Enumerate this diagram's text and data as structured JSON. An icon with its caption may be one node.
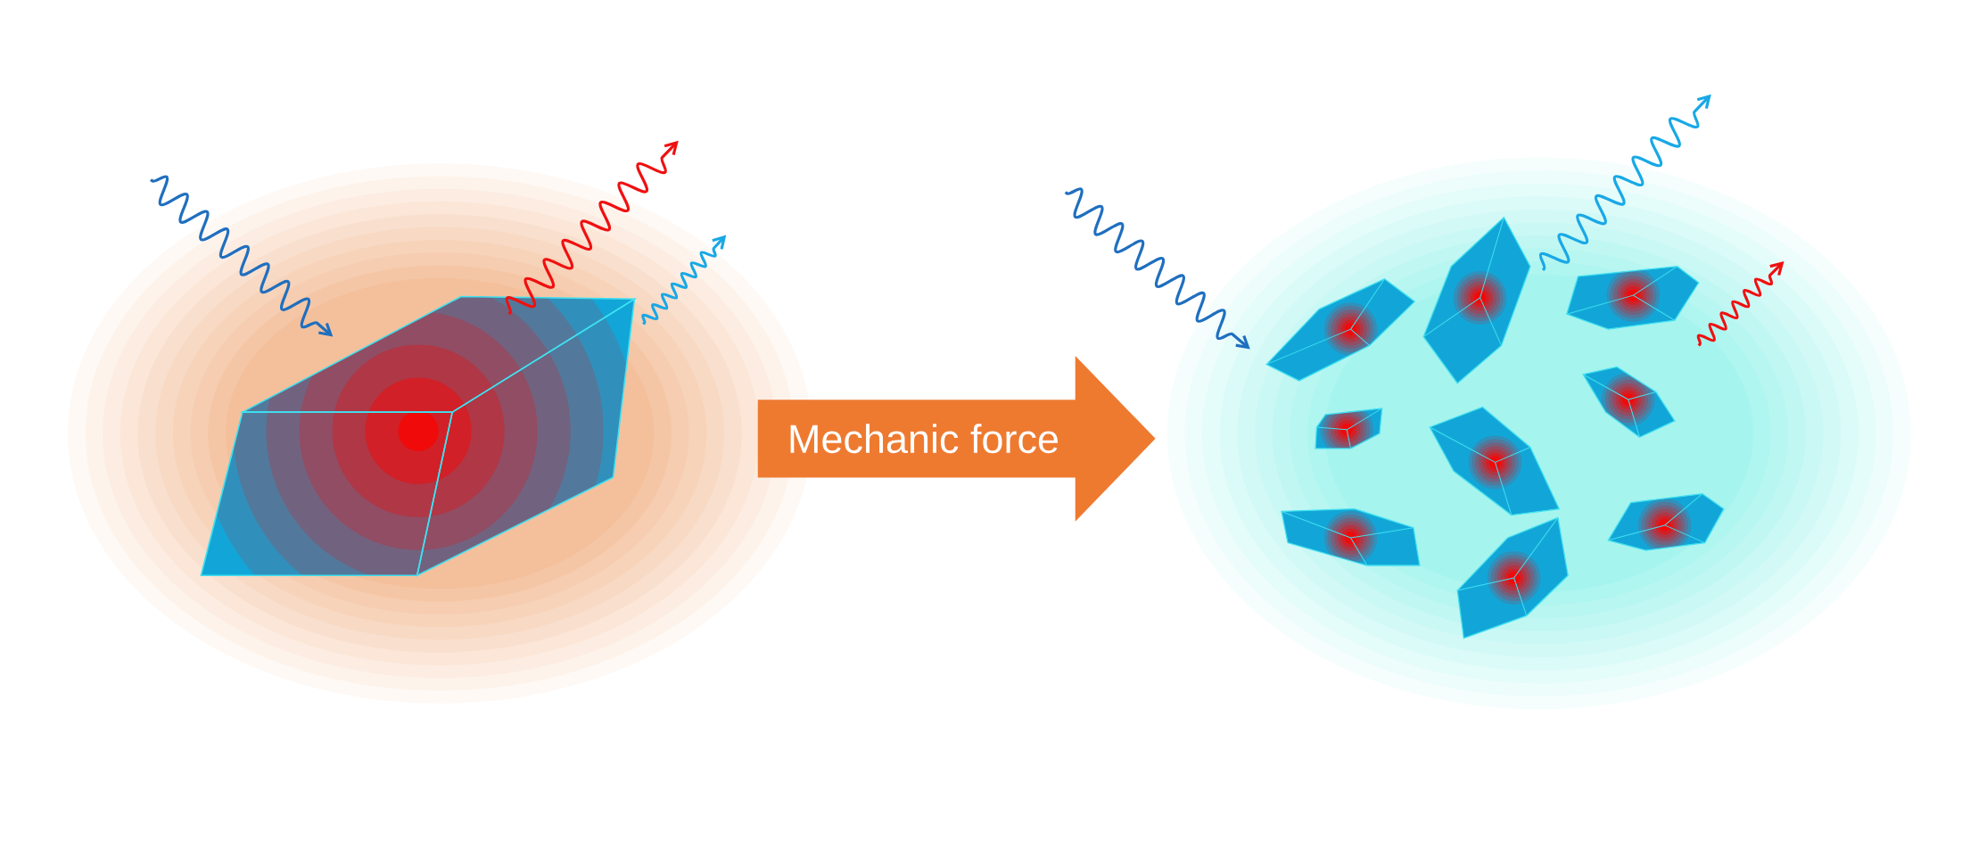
{
  "diagram": {
    "nodes": [
      {
        "text": [],
        "shape": "picture"
      },
      {
        "text": [],
        "shape": "picture"
      }
    ],
    "edges": [
      {
        "from": 0,
        "to": 1,
        "arrow": "to",
        "label": "Mechanic force"
      }
    ]
  }
}
